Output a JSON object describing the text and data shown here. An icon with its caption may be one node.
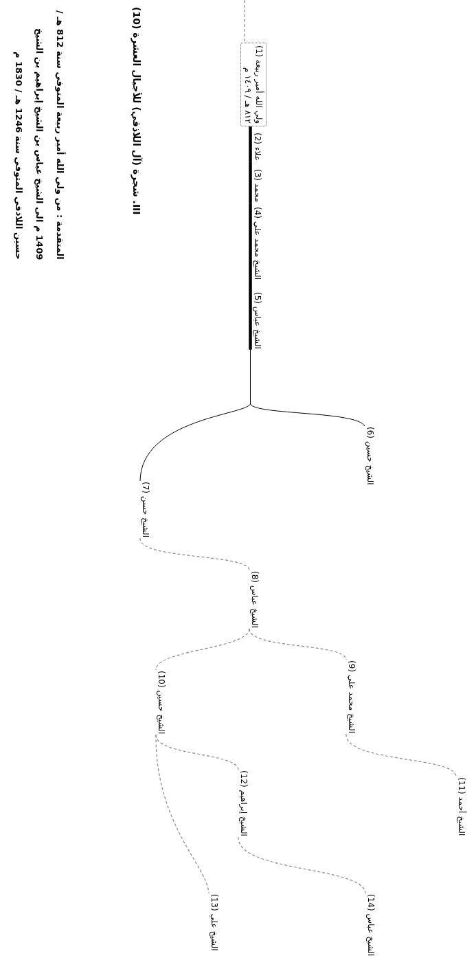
{
  "diagram": {
    "title": "III. شجرة (آل اللاذقي) للأجيال العشرة (10)",
    "caption": "المتقدمة : من ولي الله أمير ربيعة المتوفي سنة 812 هـ / 1409 م الى الشيخ عباس بن الشيخ إبراهيم بن الشيخ حسين اللاذقي المتوفي سنة 1246 هـ / 1830 م",
    "nodes": [
      {
        "text": [
          "ولي الله أمير ربيعة (1)",
          "٨١٢ هـ / ١٤٠٩ م"
        ]
      },
      {
        "text": [
          "علاء (2)"
        ]
      },
      {
        "text": [
          "محمد (3)"
        ]
      },
      {
        "text": [
          "الشيخ محمد علي (4)"
        ]
      },
      {
        "text": [
          "الشيخ عباس (5)"
        ]
      },
      {
        "text": [
          "الشيخ حسين (6)"
        ]
      },
      {
        "text": [
          "الشيخ حسن (7)"
        ]
      },
      {
        "text": [
          "الشيخ عباس (8)"
        ]
      },
      {
        "text": [
          "الشيخ محمد علي (9)"
        ]
      },
      {
        "text": [
          "الشيخ حسين (10)"
        ]
      },
      {
        "text": [
          "الشيخ أحمد (11)"
        ]
      },
      {
        "text": [
          "الشيخ إبراهيم (12)"
        ]
      },
      {
        "text": [
          "الشيخ علي (13)"
        ]
      },
      {
        "text": [
          "الشيخ عباس (14)"
        ]
      }
    ],
    "edges": [
      {
        "from": null,
        "to": 0,
        "arrow": "none",
        "style": "dashed",
        "color": "#888888"
      },
      {
        "from": 0,
        "to": 1,
        "arrow": "none",
        "style": "thick",
        "color": "#000000"
      },
      {
        "from": 1,
        "to": 2,
        "arrow": "none",
        "style": "thick",
        "color": "#000000"
      },
      {
        "from": 2,
        "to": 3,
        "arrow": "none",
        "style": "thick",
        "color": "#000000"
      },
      {
        "from": 3,
        "to": 4,
        "arrow": "none",
        "style": "thick",
        "color": "#000000"
      },
      {
        "from": 4,
        "to": 5,
        "arrow": "none",
        "color": "#000000"
      },
      {
        "from": 4,
        "to": 6,
        "arrow": "none",
        "color": "#000000"
      },
      {
        "from": 6,
        "to": 7,
        "arrow": "none",
        "style": "dashed",
        "color": "#888888"
      },
      {
        "from": 7,
        "to": 8,
        "arrow": "none",
        "style": "dashed",
        "color": "#888888"
      },
      {
        "from": 7,
        "to": 9,
        "arrow": "none",
        "style": "dashed",
        "color": "#888888"
      },
      {
        "from": 8,
        "to": 10,
        "arrow": "none",
        "style": "dashed",
        "color": "#888888"
      },
      {
        "from": 9,
        "to": 11,
        "arrow": "none",
        "style": "dashed",
        "color": "#888888"
      },
      {
        "from": 9,
        "to": 12,
        "arrow": "none",
        "style": "dashed",
        "color": "#888888"
      },
      {
        "from": 11,
        "to": 13,
        "arrow": "none",
        "style": "dashed",
        "color": "#888888"
      }
    ]
  }
}
